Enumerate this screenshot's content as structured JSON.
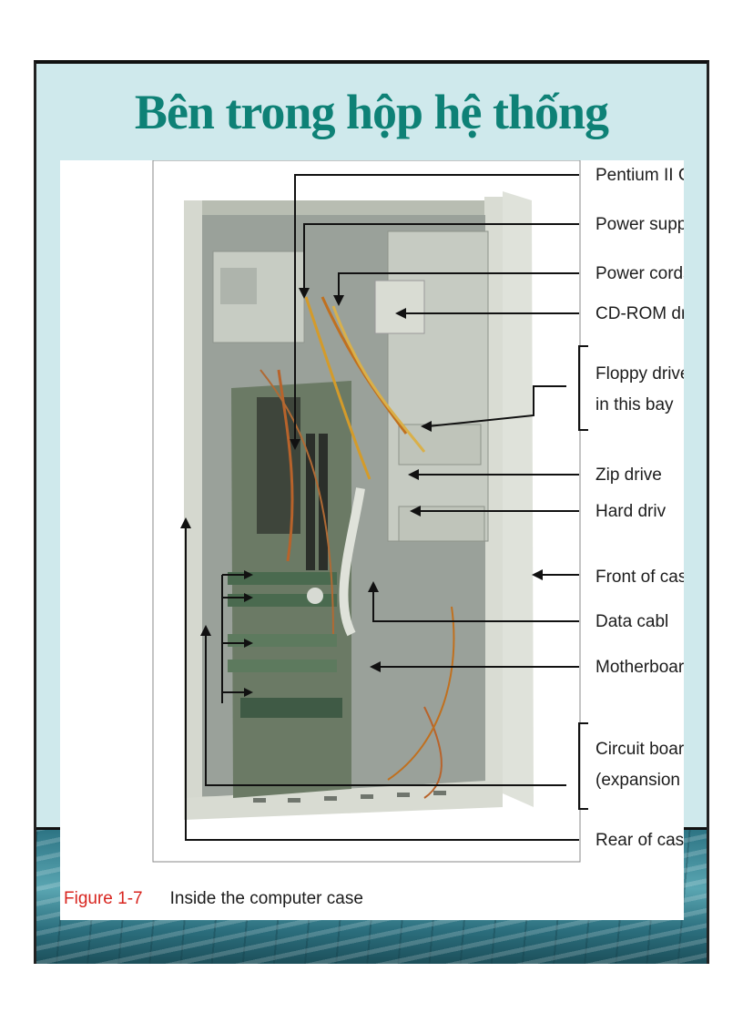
{
  "title": "Bên trong hộp hệ thống",
  "figure": {
    "caption_number": "Figure 1-7",
    "caption_text": "Inside the computer case",
    "callouts": [
      "Pentium II CPU",
      "Power suppl",
      "Power cords",
      "CD-ROM drive",
      "Floppy drive is hidden",
      "in this bay",
      "Zip drive",
      "Hard driv",
      "Front of case",
      "Data cabl",
      "Motherboar",
      "Circuit boards",
      "(expansion cards)",
      "Rear of case"
    ]
  },
  "colors": {
    "slide_background": "#cfe9ec",
    "title": "#0e8176",
    "caption_number": "#d8251f",
    "caption_text": "#1c1c1c"
  }
}
